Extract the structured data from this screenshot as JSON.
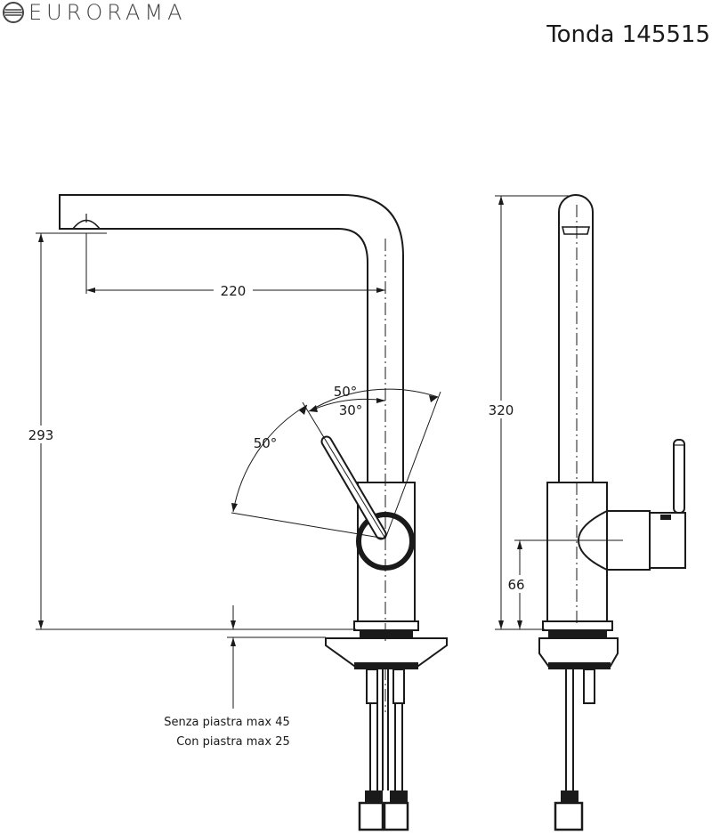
{
  "brand": {
    "name": "EURORAMA",
    "logo_icon": "eurorama-logo-icon"
  },
  "product": {
    "title": "Tonda 145515"
  },
  "dimensions": {
    "spout_reach": "220",
    "spout_height": "293",
    "total_height": "320",
    "lever_height": "66",
    "angle_front_outer": "50°",
    "angle_front_inner": "30°",
    "angle_side": "50°"
  },
  "notes": {
    "line1": "Senza piastra max 45",
    "line2": "Con piastra max 25"
  }
}
